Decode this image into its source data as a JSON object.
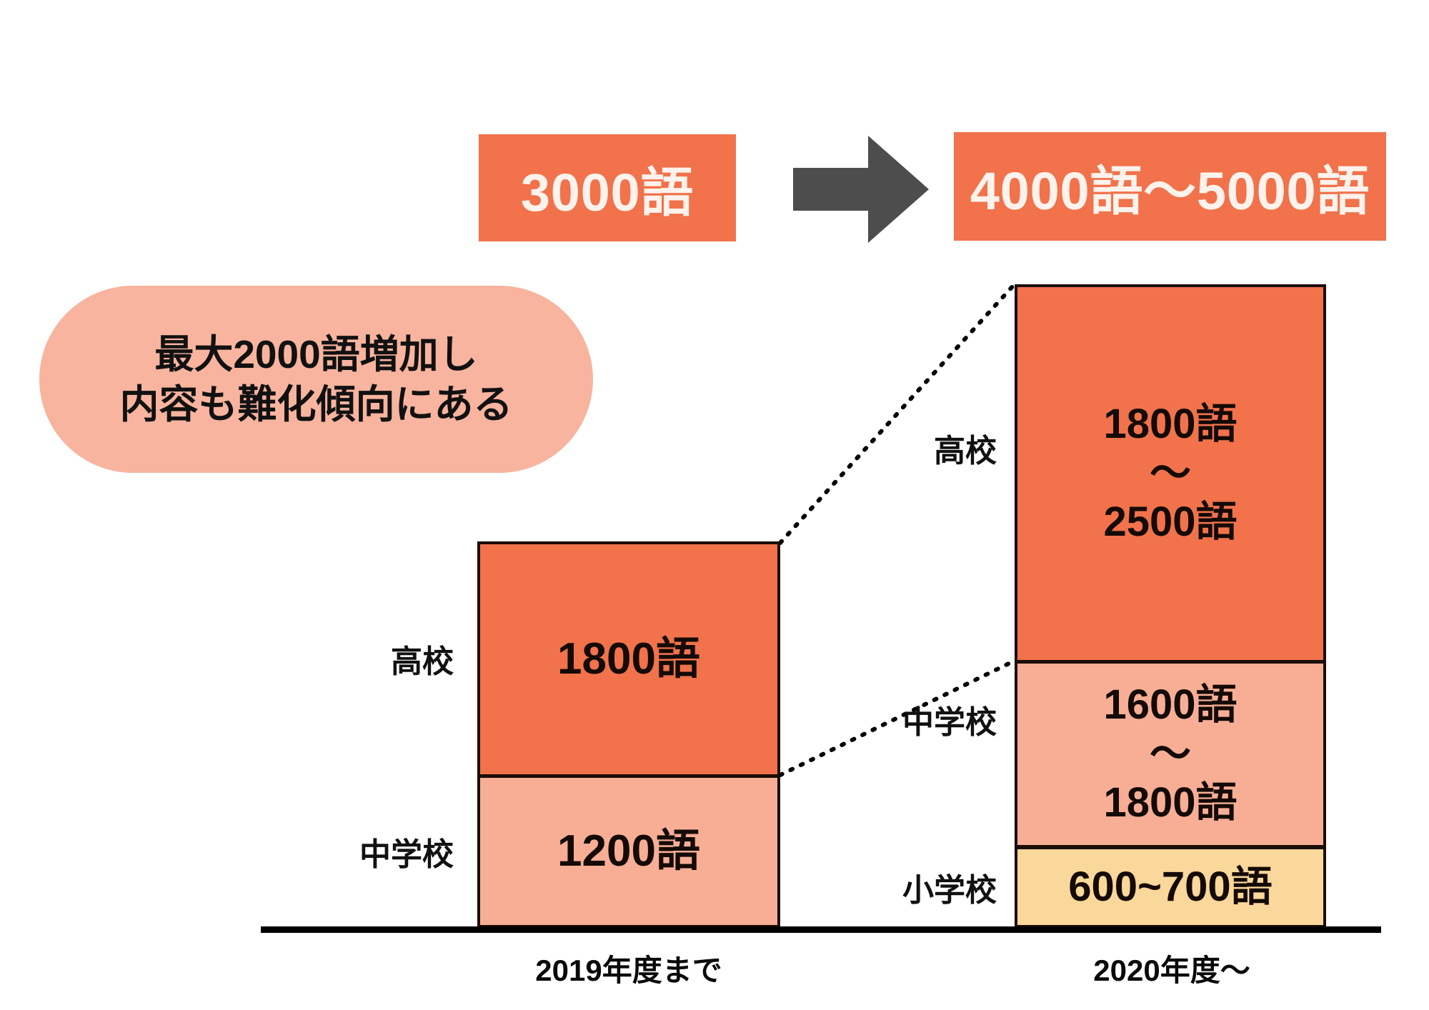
{
  "banners": {
    "before_label": "3000語",
    "after_label": "4000語～5000語",
    "arrow_icon": "right-arrow-icon"
  },
  "callout": {
    "line1": "最大2000語増加し",
    "line2": "内容も難化傾向にある"
  },
  "axis": {
    "left_category": "2019年度まで",
    "right_category": "2020年度～"
  },
  "left_bar": {
    "high_school": {
      "side_label": "高校",
      "value_label": "1800語"
    },
    "junior_high": {
      "side_label": "中学校",
      "value_label": "1200語"
    }
  },
  "right_bar": {
    "high_school": {
      "side_label": "高校",
      "value_label": "1800語\n～\n2500語"
    },
    "junior_high": {
      "side_label": "中学校",
      "value_label": "1600語\n～\n1800語"
    },
    "elementary": {
      "side_label": "小学校",
      "value_label": "600~700語"
    }
  },
  "colors": {
    "accent_dark": "#F1724B",
    "accent_light": "#F7AE95",
    "accent_yellow": "#FAD79A",
    "callout_bg": "#F8B49E",
    "arrow": "#4D4D4D",
    "outline": "#1B0D08"
  },
  "chart_data": {
    "type": "bar",
    "title": "",
    "xlabel": "",
    "ylabel": "",
    "categories": [
      "2019年度まで",
      "2020年度～"
    ],
    "stacked": true,
    "grid": false,
    "legend": "none",
    "series": [
      {
        "name": "小学校",
        "values": [
          0,
          650
        ],
        "labels": [
          "",
          "600~700語"
        ],
        "range": [
          null,
          [
            600,
            700
          ]
        ],
        "color": "#FAD79A"
      },
      {
        "name": "中学校",
        "values": [
          1200,
          1700
        ],
        "labels": [
          "1200語",
          "1600語～1800語"
        ],
        "range": [
          [
            1200,
            1200
          ],
          [
            1600,
            1800
          ]
        ],
        "color": "#F7AE95"
      },
      {
        "name": "高校",
        "values": [
          1800,
          2150
        ],
        "labels": [
          "1800語",
          "1800語～2500語"
        ],
        "range": [
          [
            1800,
            1800
          ],
          [
            1800,
            2500
          ]
        ],
        "color": "#F1724B"
      }
    ],
    "totals": {
      "2019年度まで": "3000語",
      "2020年度～": "4000語～5000語"
    },
    "annotations": [
      "最大2000語増加し",
      "内容も難化傾向にある"
    ]
  }
}
